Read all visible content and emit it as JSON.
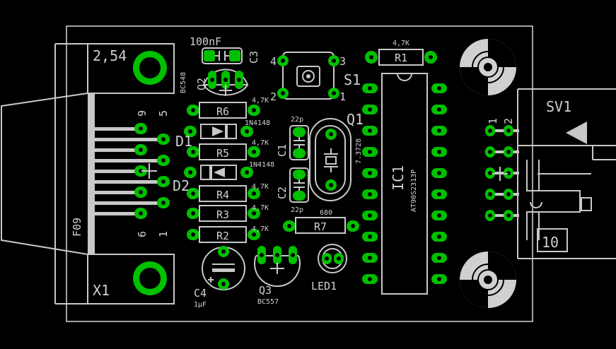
{
  "board": {
    "grid_label": "2,54",
    "connector_x1": {
      "name": "X1",
      "type": "F09",
      "pin9": "9",
      "pin5": "5",
      "pin6": "6",
      "pin1": "1"
    },
    "connector_sv1": {
      "name": "SV1",
      "pin1": "1",
      "pin2": "2",
      "size": "10"
    },
    "parts": {
      "c3": {
        "name": "C3",
        "value": "100nF"
      },
      "q2": {
        "name": "Q2",
        "value": "BC548"
      },
      "s1": {
        "name": "S1",
        "pin1": "1",
        "pin2": "2",
        "pin3": "3",
        "pin4": "4"
      },
      "r1": {
        "name": "R1",
        "value": "4,7K"
      },
      "r6": {
        "name": "R6",
        "value": "4,7K"
      },
      "r5": {
        "name": "R5",
        "value": "4,7K"
      },
      "r4": {
        "name": "R4",
        "value": "4,7K"
      },
      "r3": {
        "name": "R3",
        "value": "4,7K"
      },
      "r2": {
        "name": "R2",
        "value": "4,7K"
      },
      "r7": {
        "name": "R7",
        "value": "680"
      },
      "d1": {
        "name": "D1",
        "value": "1N4148"
      },
      "d2": {
        "name": "D2",
        "value": "1N4148"
      },
      "c1": {
        "name": "C1",
        "value": "22p"
      },
      "c2": {
        "name": "C2",
        "value": "22p"
      },
      "q1": {
        "name": "Q1",
        "value": "7.3728"
      },
      "ic1": {
        "name": "IC1",
        "value": "AT90S2313P"
      },
      "c4": {
        "name": "C4",
        "value": "1µF"
      },
      "q3": {
        "name": "Q3",
        "value": "BC557"
      },
      "led1": {
        "name": "LED1"
      }
    }
  }
}
